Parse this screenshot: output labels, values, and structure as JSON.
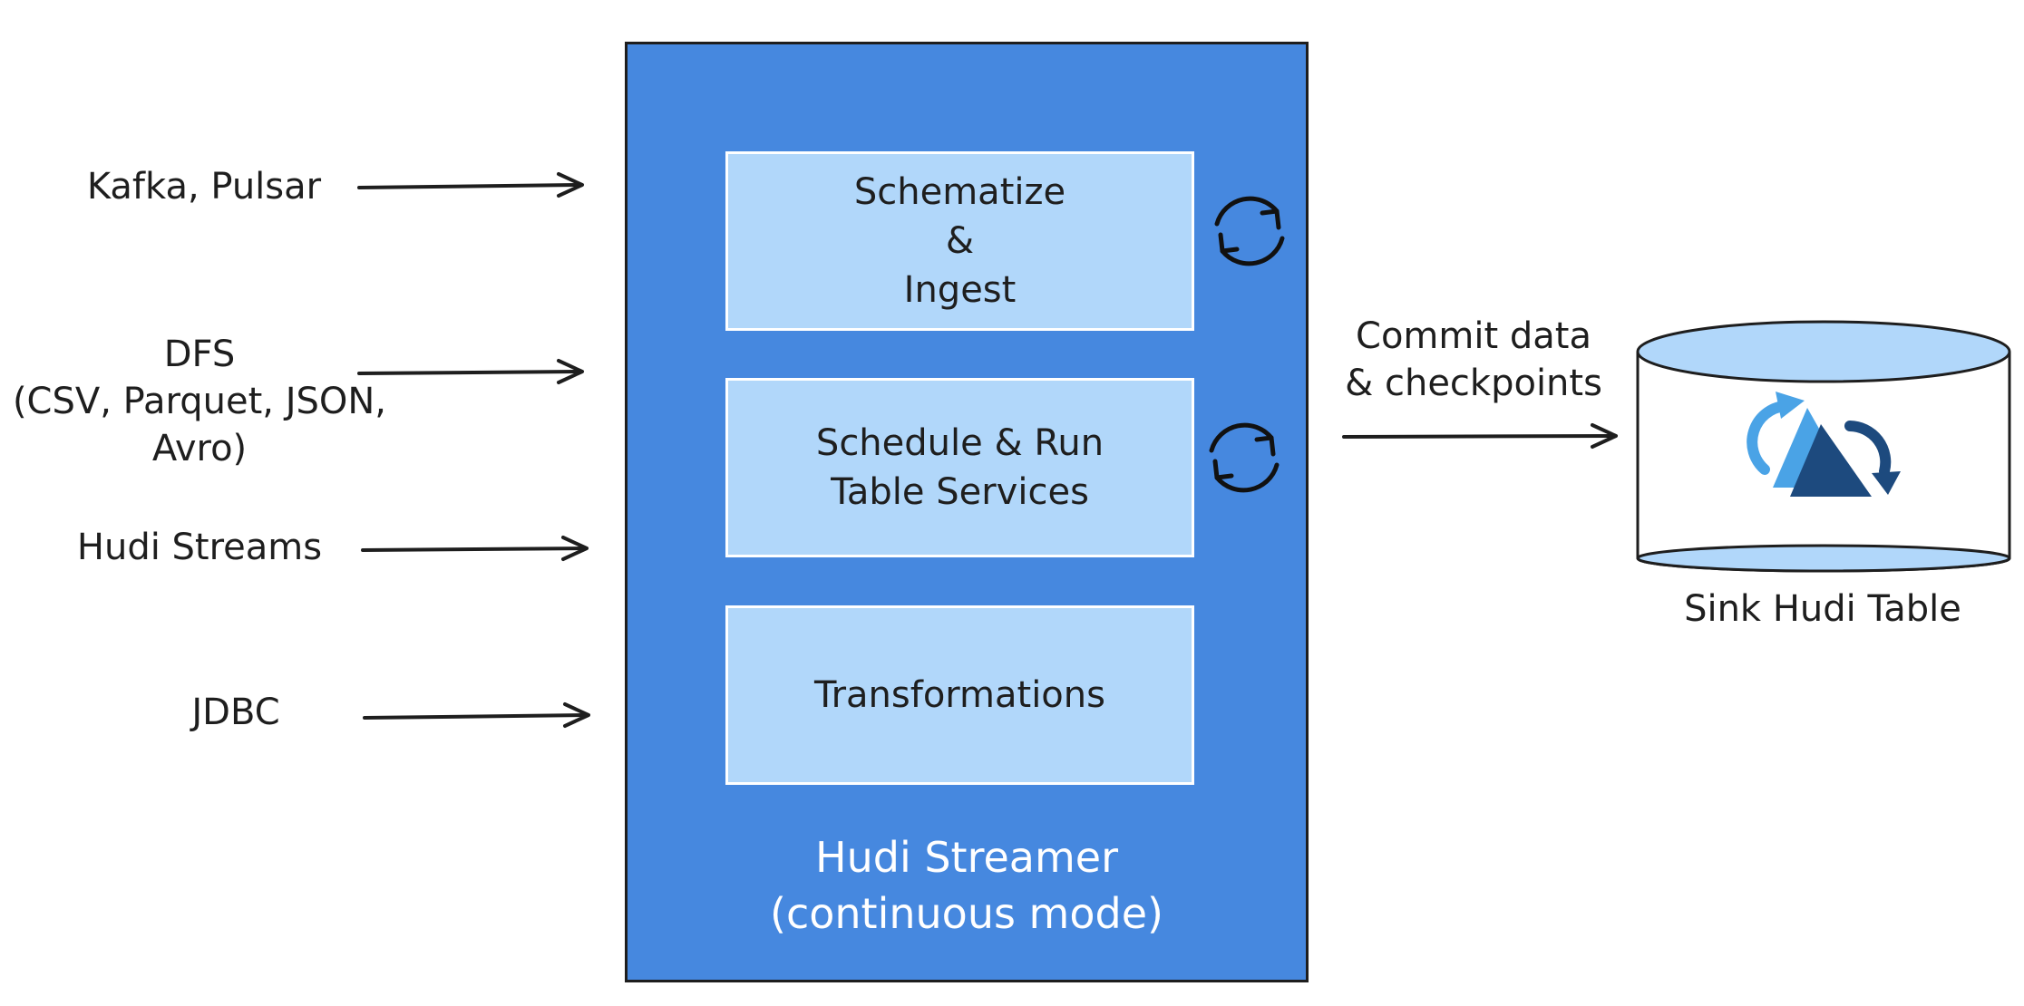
{
  "sources": [
    {
      "id": "kafka",
      "label": "Kafka, Pulsar"
    },
    {
      "id": "dfs",
      "label": "DFS\n(CSV, Parquet, JSON,\nAvro)"
    },
    {
      "id": "hudi-streams",
      "label": "Hudi Streams"
    },
    {
      "id": "jdbc",
      "label": "JDBC"
    }
  ],
  "streamer": {
    "label": "Hudi Streamer\n(continuous mode)",
    "fill": "#4688df",
    "stages": [
      {
        "id": "schematize",
        "label": "Schematize\n&\nIngest",
        "has_cycle": true
      },
      {
        "id": "schedule",
        "label": "Schedule & Run\nTable Services",
        "has_cycle": true
      },
      {
        "id": "transformations",
        "label": "Transformations",
        "has_cycle": false
      }
    ],
    "stage_fill": "#b1d7fa"
  },
  "commit": {
    "label": "Commit data\n& checkpoints"
  },
  "sink": {
    "label": "Sink Hudi Table",
    "fill": "#b1d7fa",
    "logo_icon": "hudi-logo-icon"
  },
  "icons": {
    "cycle": "refresh-cycle-icon",
    "arrow": "arrow-right-icon"
  }
}
